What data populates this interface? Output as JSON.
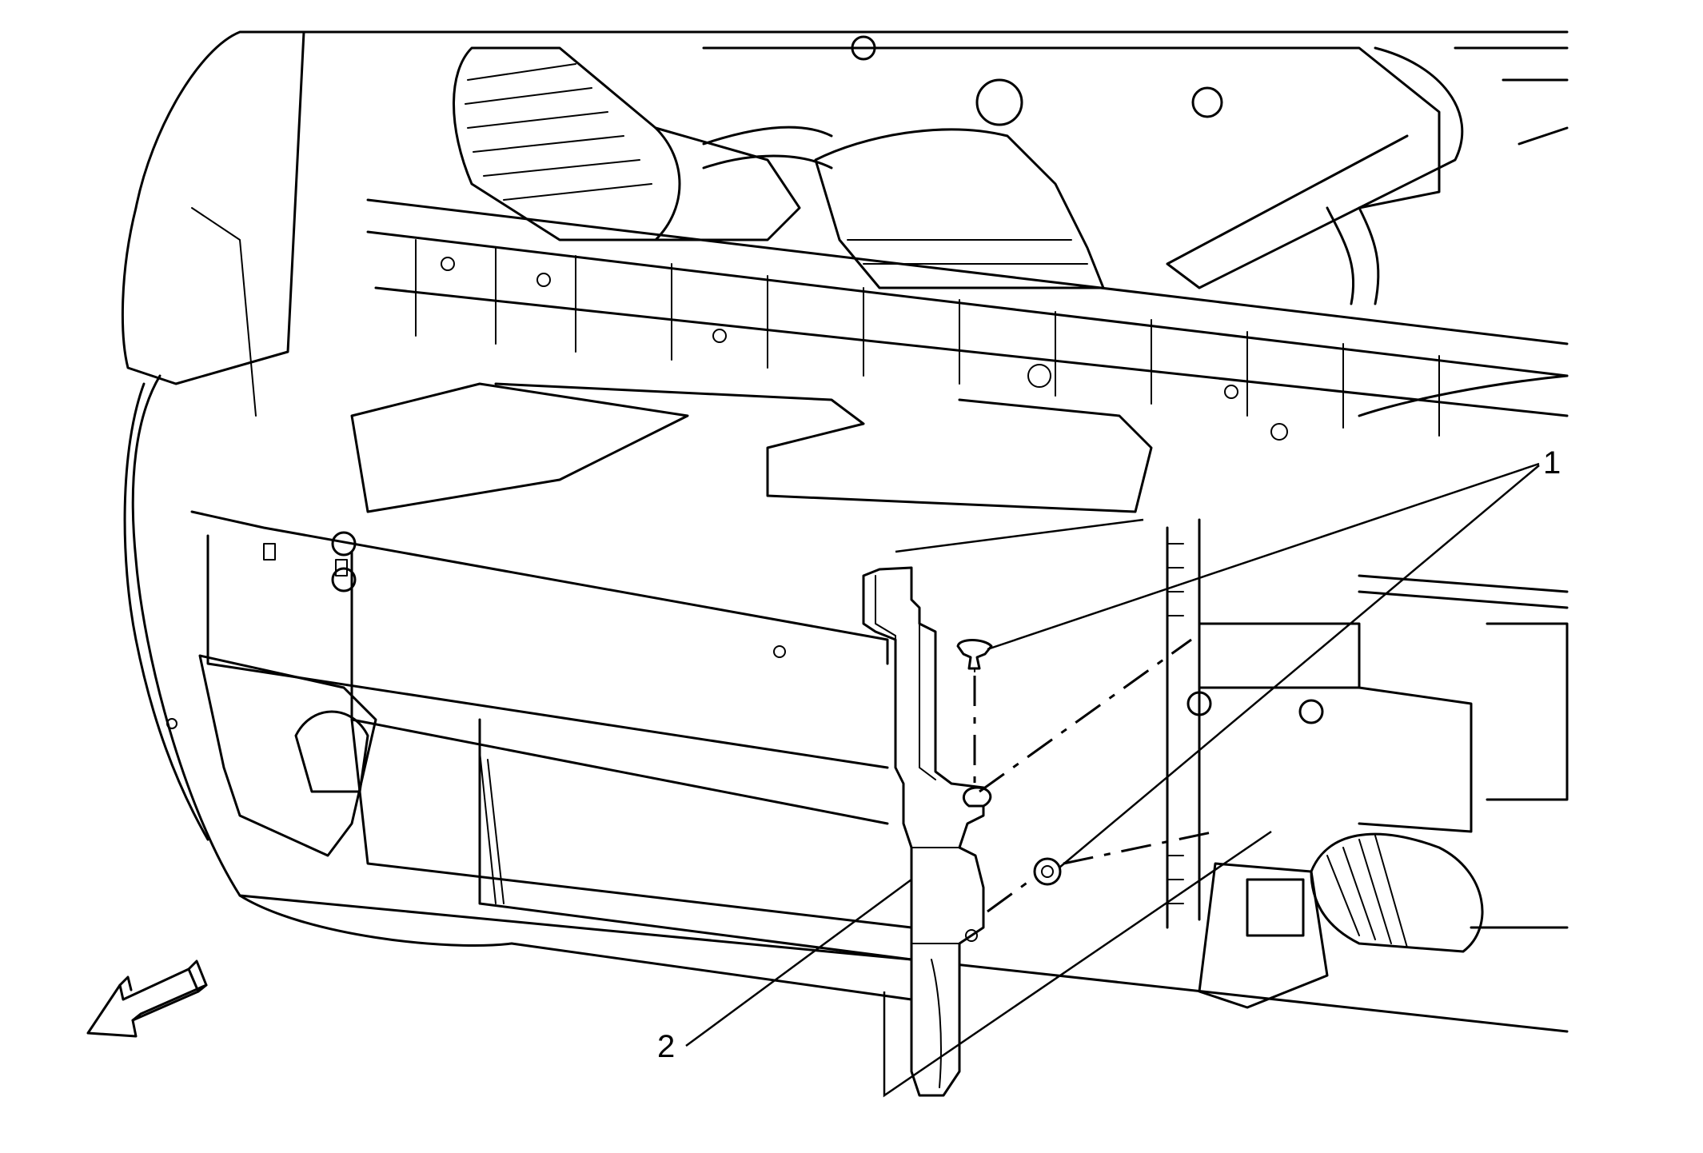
{
  "callouts": [
    {
      "id": "1",
      "label": "1"
    },
    {
      "id": "2",
      "label": "2"
    }
  ],
  "icons": {
    "direction_arrow": "front-direction-arrow-icon"
  },
  "colors": {
    "line": "#000000",
    "background": "#ffffff"
  }
}
